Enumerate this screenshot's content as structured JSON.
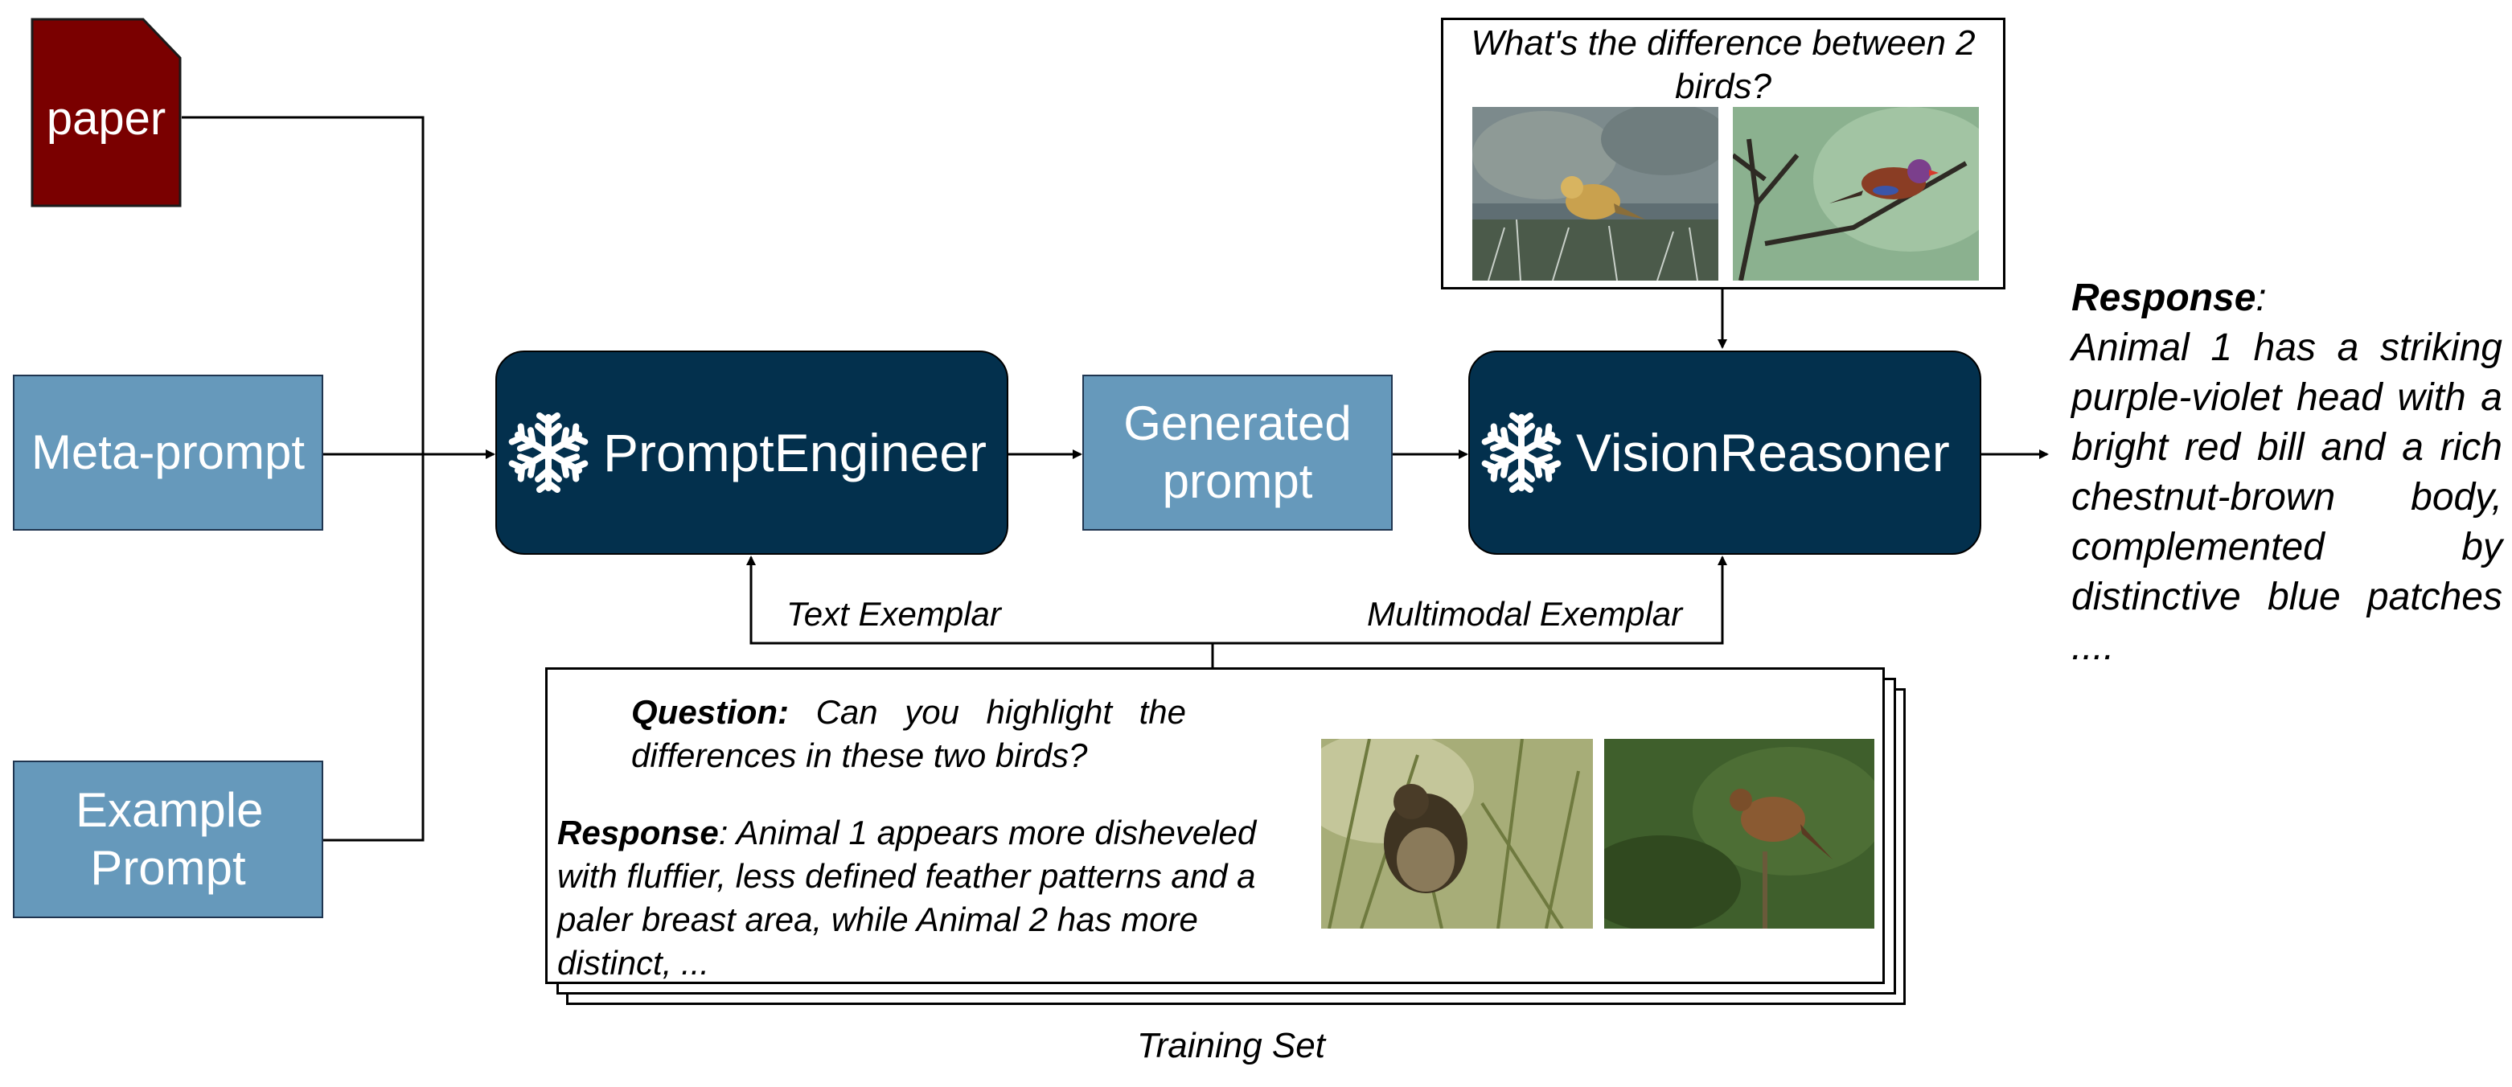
{
  "inputs": {
    "paper_label": "paper",
    "meta_prompt_label": "Meta-prompt",
    "example_prompt_label": "Example Prompt"
  },
  "nodes": {
    "prompt_engineer": "PromptEngineer",
    "generated_prompt": "Generated prompt",
    "vision_reasoner": "VisionReasoner",
    "freeze_icon": "snowflake-icon"
  },
  "query": {
    "question": "What's the difference between 2 birds?"
  },
  "edge_labels": {
    "text_exemplar": "Text Exemplar",
    "multimodal_exemplar": "Multimodal Exemplar"
  },
  "training_set": {
    "caption": "Training Set",
    "question_label": "Question:",
    "question_text": " Can you highlight the differences in these two birds?",
    "response_label": "Response",
    "response_text": ": Animal 1 appears more disheveled with fluffier, less defined feather patterns and a paler breast area, while Animal 2 has more distinct, ..."
  },
  "output": {
    "response_label": "Response",
    "response_colon": ":",
    "response_text": "Animal 1 has a striking purple-violet head with a bright red bill and a rich chestnut-brown body, complemented by distinctive blue patches ...."
  },
  "colors": {
    "paper": "#7a0000",
    "light_box": "#6699bb",
    "dark_box": "#03304d"
  }
}
